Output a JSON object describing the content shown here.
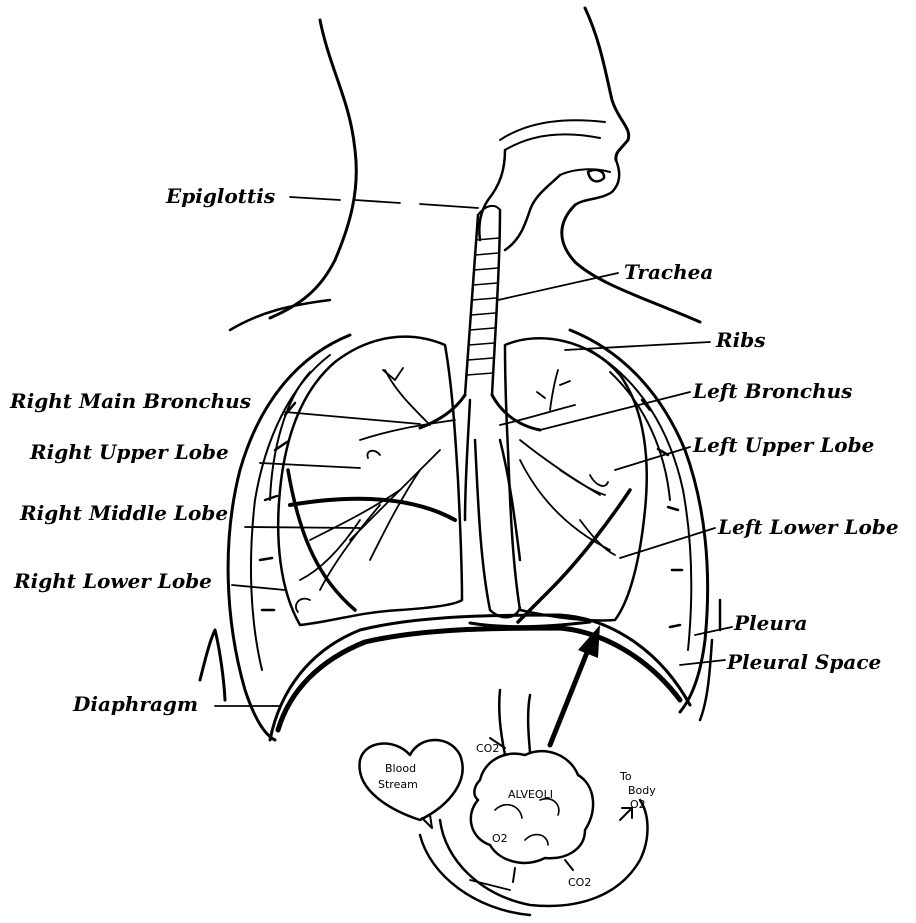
{
  "labels": {
    "epiglottis": "Epiglottis",
    "trachea": "Trachea",
    "ribs": "Ribs",
    "right_main_bronchus": "Right Main  Bronchus",
    "left_bronchus": "Left Bronchus",
    "right_upper_lobe": "Right  Upper Lobe",
    "left_upper_lobe": "Left Upper Lobe",
    "right_middle_lobe": "Right Middle Lobe",
    "left_lower_lobe": "Left Lower Lobe",
    "right_lower_lobe": "Right Lower Lobe",
    "pleura": "Pleura",
    "pleural_space": "Pleural Space",
    "diaphragm": "Diaphragm"
  },
  "inset": {
    "blood_stream": [
      "Blood",
      "Stream"
    ],
    "alveoli": "ALVEOLI",
    "co2_in": "CO2",
    "o2": "O2",
    "co2_out": "CO2",
    "to_body": [
      "To",
      "Body",
      "O2"
    ]
  },
  "colors": {
    "ink": "#000000",
    "background": "#ffffff"
  }
}
